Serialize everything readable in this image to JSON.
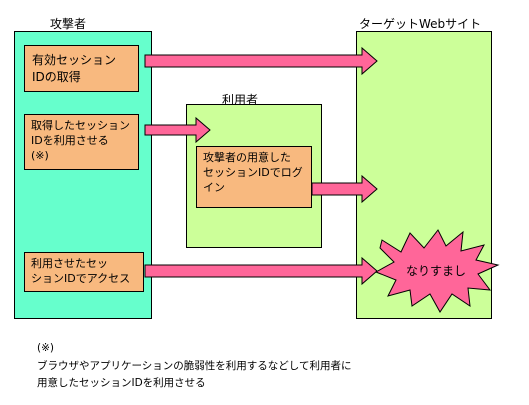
{
  "zones": {
    "attacker": "攻撃者",
    "user": "利用者",
    "target": "ターゲットWebサイト"
  },
  "steps": {
    "get_session": "有効セッション\nIDの取得",
    "make_user_use": "取得したセッション\nIDを利用させる\n(※)",
    "user_login": "攻撃者の用意した\nセッションIDでログ\nイン",
    "access": "利用させたセッ\nションIDでアクセス"
  },
  "burst": "なりすまし",
  "note": {
    "mark": "(※)",
    "text": "ブラウザやアプリケーションの脆弱性を利用するなどして利用者に\n用意したセッションIDを利用させる"
  },
  "colors": {
    "attacker_zone": "#66ffcc",
    "user_zone": "#ccff99",
    "target_zone": "#ccff99",
    "step_box": "#f8b97f",
    "arrow": "#ff6699"
  }
}
